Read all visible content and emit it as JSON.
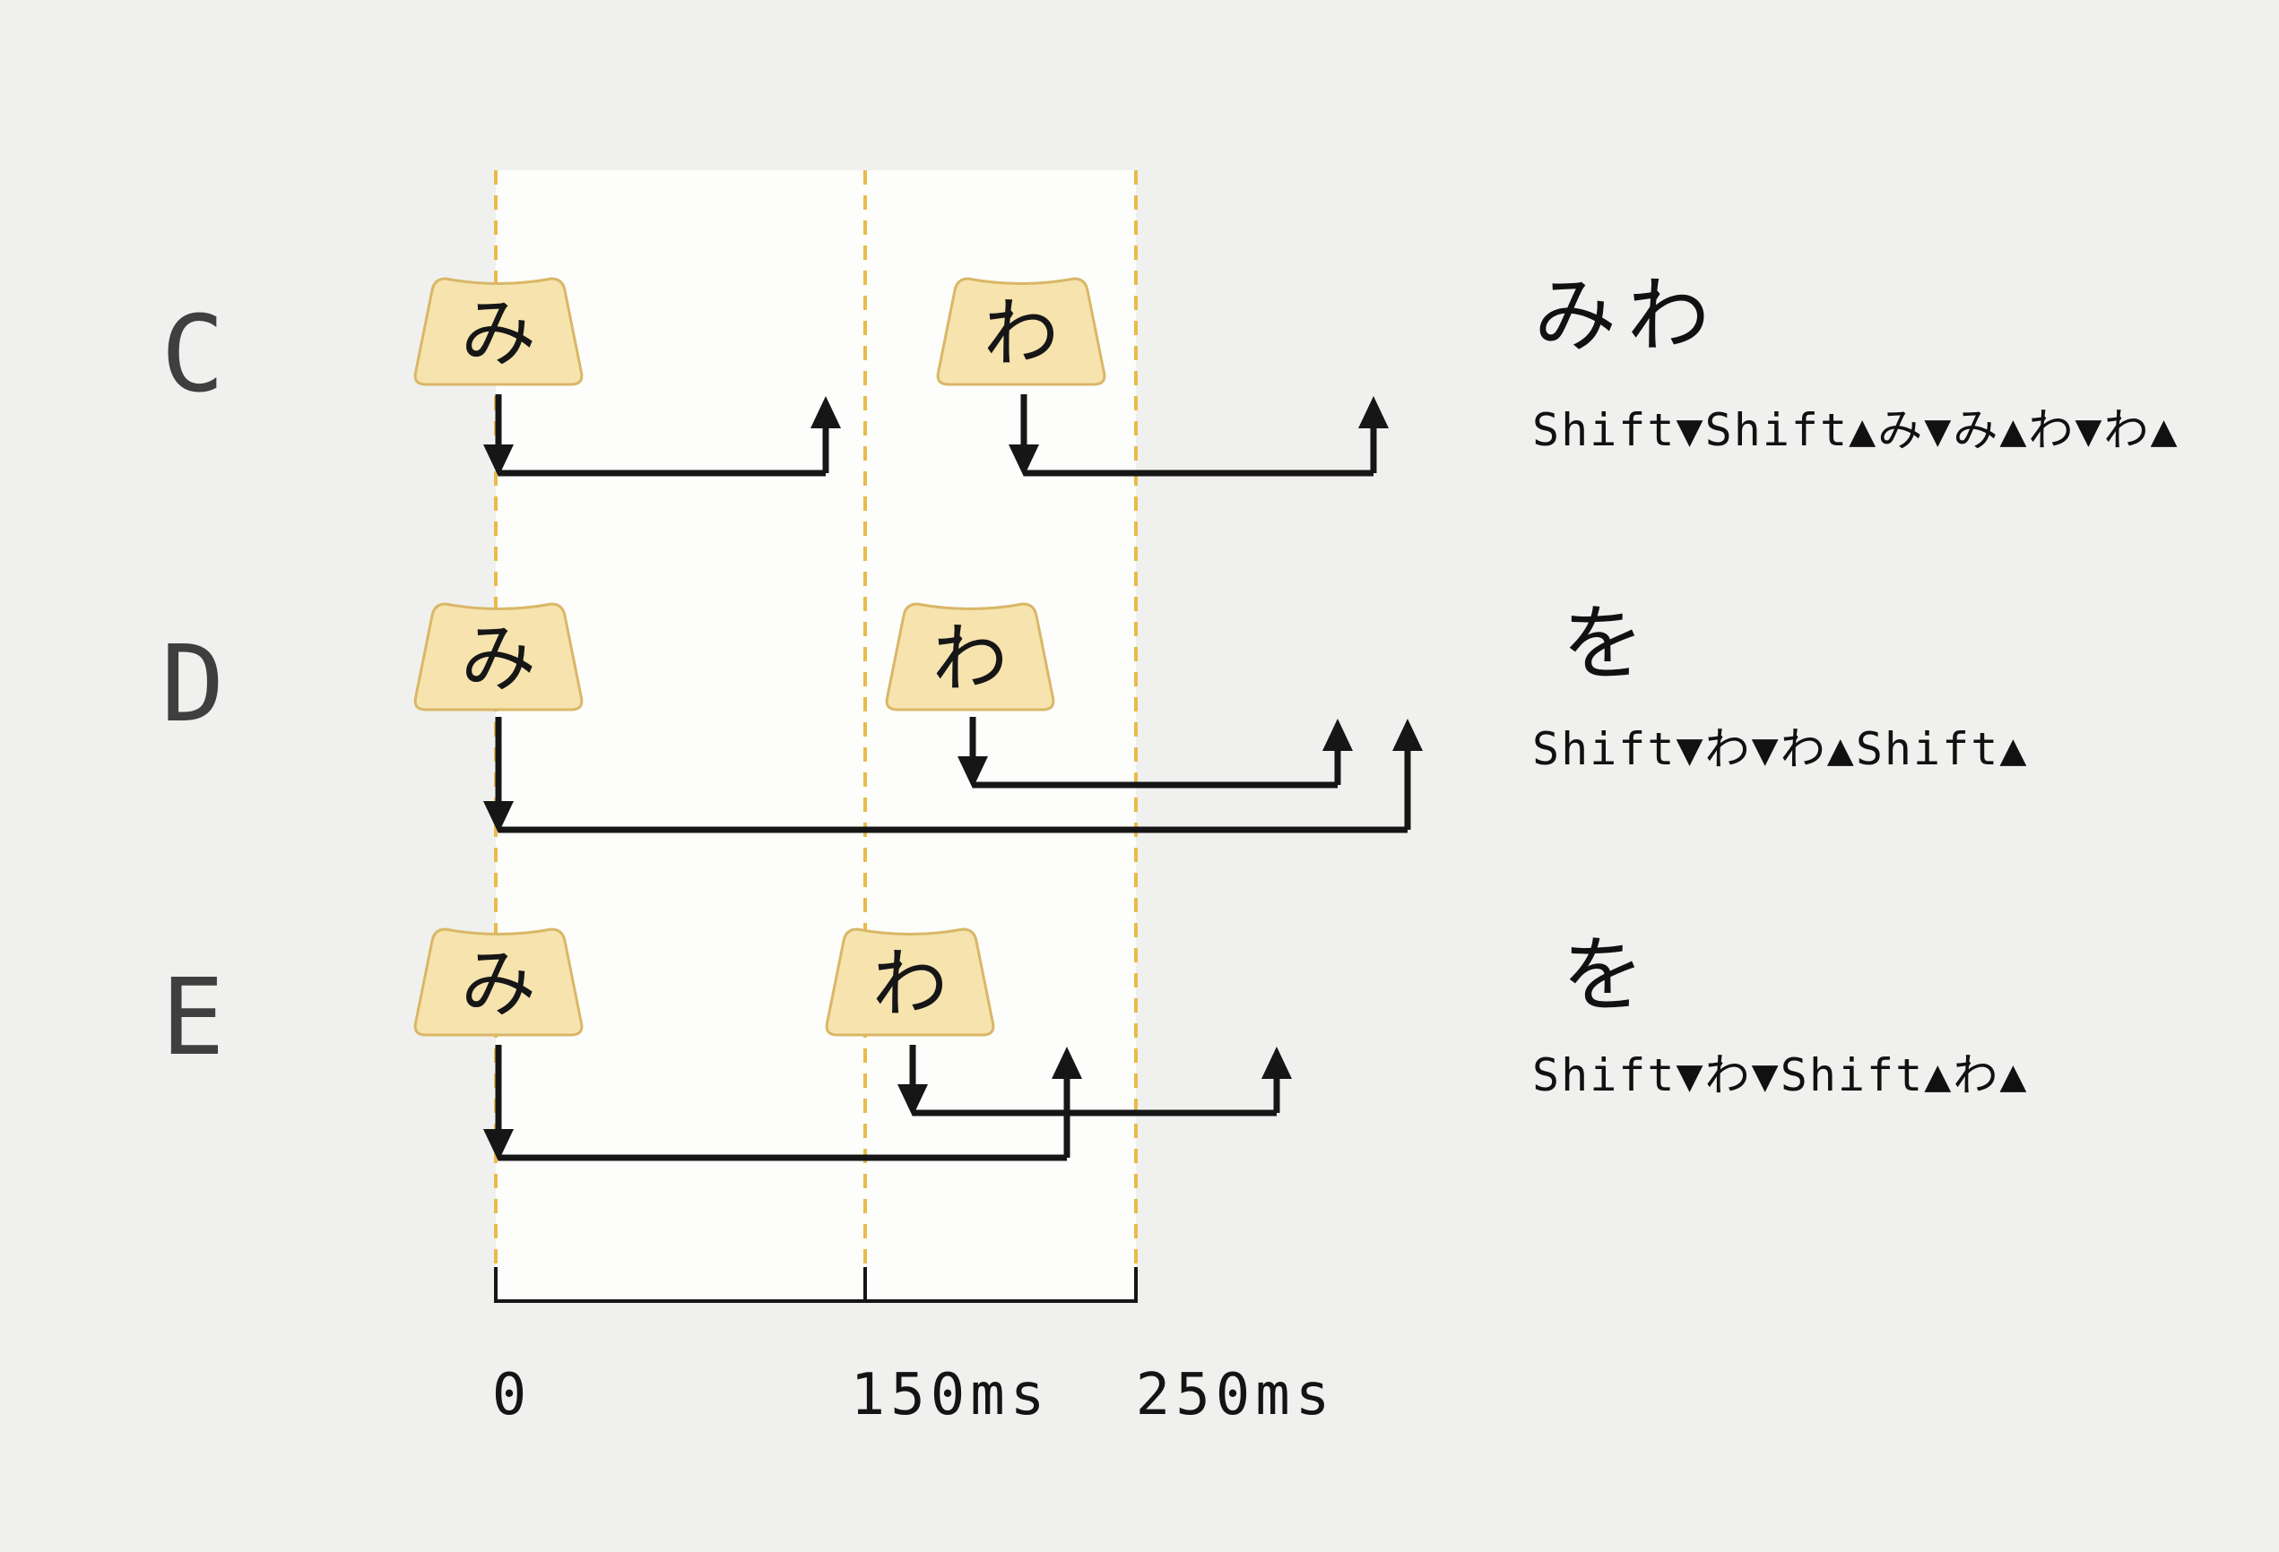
{
  "colors": {
    "background": "#f0f0ee",
    "band": "#fdfdfc",
    "gridline": "#e8bc4a",
    "keycap_fill": "#f6e3ae",
    "keycap_border": "#d9b766",
    "ink": "#161616"
  },
  "timeline": {
    "labels": [
      "0",
      "150ms",
      "250ms"
    ]
  },
  "rows": [
    {
      "label": "C",
      "key1": "み",
      "key2": "わ",
      "result": "みわ",
      "sequence": "Shift▼Shift▲み▼み▲わ▼わ▲"
    },
    {
      "label": "D",
      "key1": "み",
      "key2": "わ",
      "result": "を",
      "sequence": "Shift▼わ▼わ▲Shift▲"
    },
    {
      "label": "E",
      "key1": "み",
      "key2": "わ",
      "result": "を",
      "sequence": "Shift▼わ▼Shift▲わ▲"
    }
  ]
}
